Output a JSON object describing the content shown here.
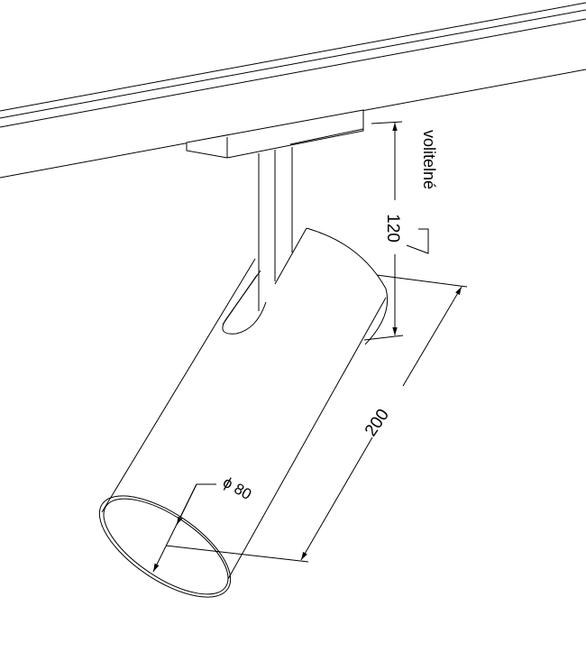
{
  "drawing": {
    "labels": {
      "height_dim": "120",
      "optional_note": "volitelné",
      "length_dim": "200",
      "diameter_dim": "ϕ 80"
    },
    "colors": {
      "line": "#000000",
      "background": "#ffffff"
    }
  }
}
